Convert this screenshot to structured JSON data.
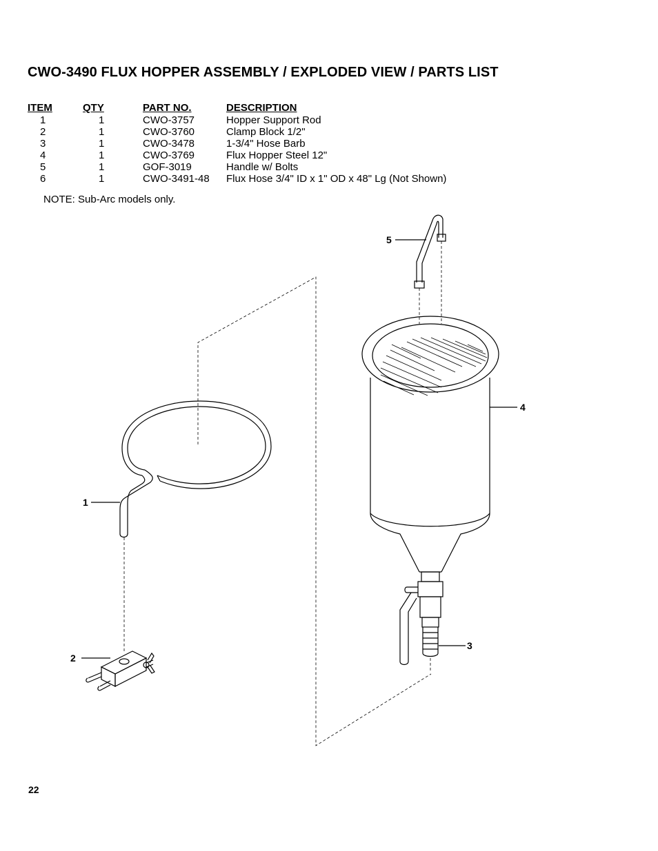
{
  "title": "CWO-3490 FLUX HOPPER ASSEMBLY / EXPLODED VIEW / PARTS LIST",
  "parts_table": {
    "headers": {
      "item": "ITEM",
      "qty": "QTY",
      "part_no": "PART NO.",
      "description": "DESCRIPTION"
    },
    "rows": [
      {
        "item": "1",
        "qty": "1",
        "part_no": "CWO-3757",
        "description": "Hopper Support Rod"
      },
      {
        "item": "2",
        "qty": "1",
        "part_no": "CWO-3760",
        "description": "Clamp Block 1/2\""
      },
      {
        "item": "3",
        "qty": "1",
        "part_no": "CWO-3478",
        "description": "1-3/4\" Hose Barb"
      },
      {
        "item": "4",
        "qty": "1",
        "part_no": "CWO-3769",
        "description": "Flux Hopper Steel 12\""
      },
      {
        "item": "5",
        "qty": "1",
        "part_no": "GOF-3019",
        "description": "Handle w/ Bolts"
      },
      {
        "item": "6",
        "qty": "1",
        "part_no": "CWO-3491-48",
        "description": "Flux Hose 3/4\" ID x 1\" OD  x 48\" Lg (Not Shown)"
      }
    ]
  },
  "note": "NOTE: Sub-Arc models only.",
  "callouts": {
    "c1": "1",
    "c2": "2",
    "c3": "3",
    "c4": "4",
    "c5": "5"
  },
  "page_number": "22"
}
